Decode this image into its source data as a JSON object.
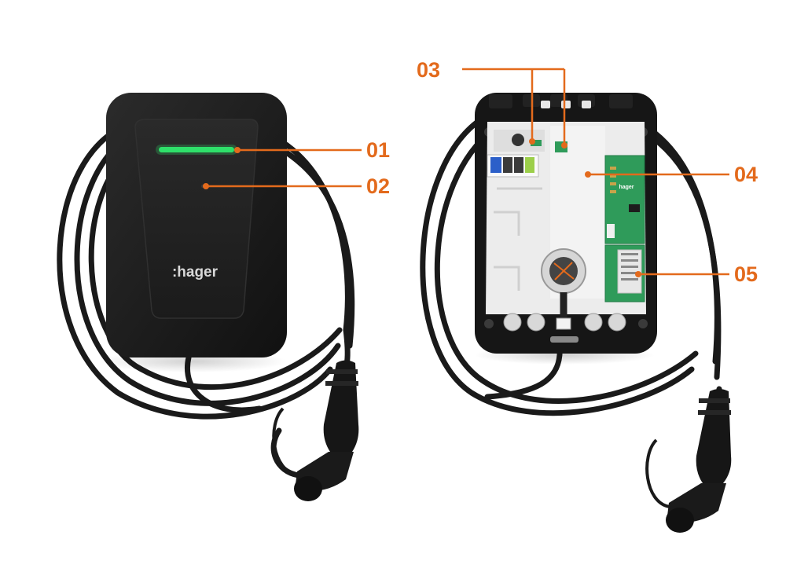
{
  "device_closed": {
    "logo": ":hager",
    "status_led_color": "#2fe06a"
  },
  "device_open": {
    "pcb_logo": "hager"
  },
  "callouts": [
    {
      "id": "01",
      "label": "01"
    },
    {
      "id": "02",
      "label": "02"
    },
    {
      "id": "03",
      "label": "03"
    },
    {
      "id": "04",
      "label": "04"
    },
    {
      "id": "05",
      "label": "05"
    }
  ],
  "colors": {
    "callout": "#e36a1c",
    "housing": "#1c1c1c",
    "face": "#232323",
    "pcb": "#2f9b5a",
    "inner_panel": "#ececec",
    "cable": "#1a1a1a"
  }
}
